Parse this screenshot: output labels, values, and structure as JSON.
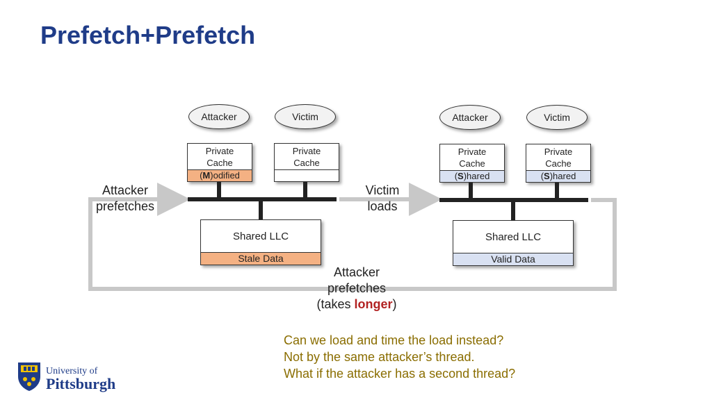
{
  "title": "Prefetch+Prefetch",
  "left_system": {
    "attacker_label": "Attacker",
    "victim_label": "Victim",
    "attacker_cache": {
      "label": "Private\nCache",
      "state_prefix": "(",
      "state_letter": "M",
      "state_suffix": ")odified",
      "state_color": "#f4b183"
    },
    "victim_cache": {
      "label": "Private\nCache"
    },
    "llc": {
      "label": "Shared LLC",
      "state": "Stale Data",
      "state_color": "#f4b183"
    }
  },
  "right_system": {
    "attacker_label": "Attacker",
    "victim_label": "Victim",
    "attacker_cache": {
      "label": "Private\nCache",
      "state_prefix": "(",
      "state_letter": "S",
      "state_suffix": ")hared",
      "state_color": "#d9e1f2"
    },
    "victim_cache": {
      "label": "Private\nCache",
      "state_prefix": "(",
      "state_letter": "S",
      "state_suffix": ")hared",
      "state_color": "#d9e1f2"
    },
    "llc": {
      "label": "Shared LLC",
      "state": "Valid Data",
      "state_color": "#d9e1f2"
    }
  },
  "steps": {
    "attacker_prefetches": "Attacker\nprefetches",
    "victim_loads": "Victim\nloads",
    "attacker_prefetches_again_l1": "Attacker",
    "attacker_prefetches_again_l2": "prefetches",
    "takes_prefix": "(takes ",
    "takes_emph": "longer",
    "takes_suffix": ")"
  },
  "questions": [
    "Can we load and time the load instead?",
    "Not by the same attacker’s thread.",
    "What if the attacker has a second thread?"
  ],
  "logo": {
    "line1": "University of",
    "line2": "Pittsburgh"
  },
  "colors": {
    "title": "#1f3c88",
    "question": "#8a6d00",
    "emphasis": "#b22222",
    "arrow": "#c8c8c8"
  }
}
